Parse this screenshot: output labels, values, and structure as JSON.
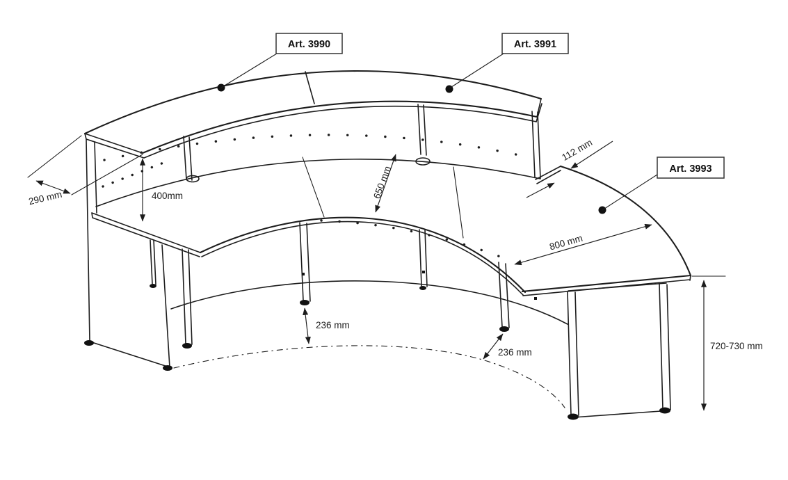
{
  "diagram": {
    "type": "technical-line-drawing",
    "subject": "curved reception counter desk, isometric view with dimensions",
    "colors": {
      "line": "#1d1d1d",
      "background": "#ffffff"
    },
    "labels": {
      "module_left": "Art. 3990",
      "module_right": "Art. 3991",
      "side_desk": "Art. 3993"
    },
    "dims": {
      "top_depth": "290 mm",
      "shelf_height": "400mm",
      "desk_depth": "650 mm",
      "corner_offset": "112 mm",
      "side_desk_width": "800 mm",
      "center_leg_inset": "236 mm",
      "right_leg_inset": "236 mm",
      "work_height": "720-730 mm"
    }
  }
}
